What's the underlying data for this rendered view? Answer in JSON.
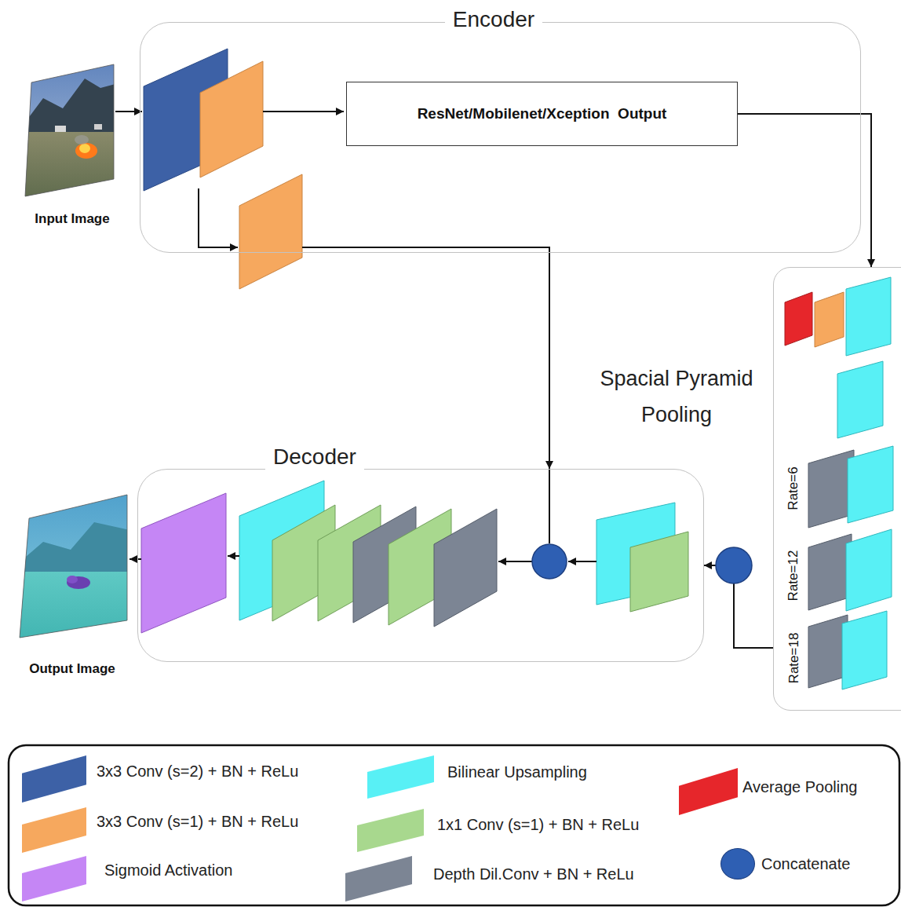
{
  "diagram": {
    "nodes": [
      {
        "text": [
          "Encoder"
        ]
      },
      {
        "text": [
          "ResNet/Mobilenet/Xception  Output"
        ],
        "in": 0
      },
      {
        "text": [
          "Spacial Pyramid Pooling"
        ]
      },
      {
        "text": [
          "Decoder"
        ]
      }
    ],
    "edges": [
      {
        "from": 1,
        "to": 2,
        "arrow": "to"
      },
      {
        "from": 0,
        "to": 3,
        "arrow": "to"
      },
      {
        "from": 2,
        "to": 3,
        "arrow": "to"
      }
    ],
    "labels": [
      "Input Image",
      "Output Image",
      "Rate=6",
      "Rate=12",
      "Rate=18"
    ],
    "legend": [
      {
        "text": "3x3 Conv (s=2) + BN + ReLu",
        "color": "#3d61a6"
      },
      {
        "text": "Bilinear Upsampling",
        "color": "#58f0f5"
      },
      {
        "text": "Average Pooling",
        "color": "#e6262b"
      },
      {
        "text": "3x3 Conv (s=1) + BN + ReLu",
        "color": "#f6a85e"
      },
      {
        "text": "1x1 Conv (s=1) + BN + ReLu",
        "color": "#a8d88e"
      },
      {
        "text": "Concatenate",
        "color": "#2e5fb3"
      },
      {
        "text": "Sigmoid Activation",
        "color": "#c586f5"
      },
      {
        "text": "Depth Dil.Conv + BN + ReLu",
        "color": "#7c8594"
      }
    ]
  }
}
